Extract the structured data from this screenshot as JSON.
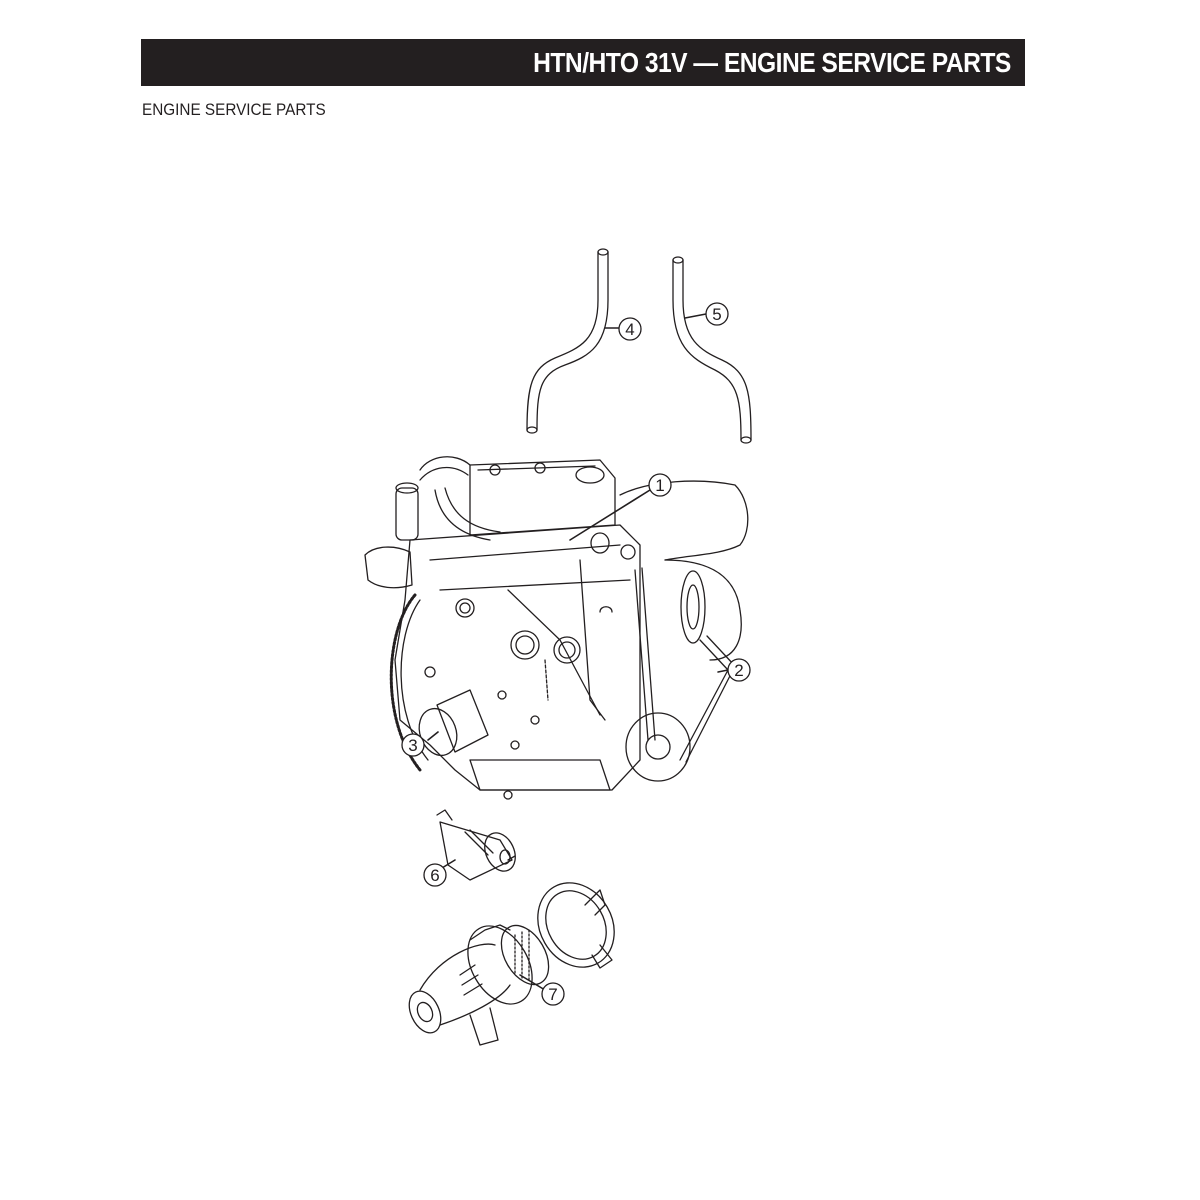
{
  "header": {
    "title": "HTN/HTO 31V — ENGINE SERVICE PARTS",
    "bar_color": "#231f20",
    "text_color": "#ffffff"
  },
  "section": {
    "label": "ENGINE SERVICE PARTS"
  },
  "diagram": {
    "type": "exploded-parts-view",
    "subject": "engine",
    "callouts": [
      {
        "number": "1",
        "points_to": "engine-top-fitting"
      },
      {
        "number": "2",
        "points_to": "drive-belt"
      },
      {
        "number": "3",
        "points_to": "oil-filter"
      },
      {
        "number": "4",
        "points_to": "left-hose"
      },
      {
        "number": "5",
        "points_to": "right-hose"
      },
      {
        "number": "6",
        "points_to": "fuel-filter"
      },
      {
        "number": "7",
        "points_to": "air-filter-element"
      }
    ]
  }
}
